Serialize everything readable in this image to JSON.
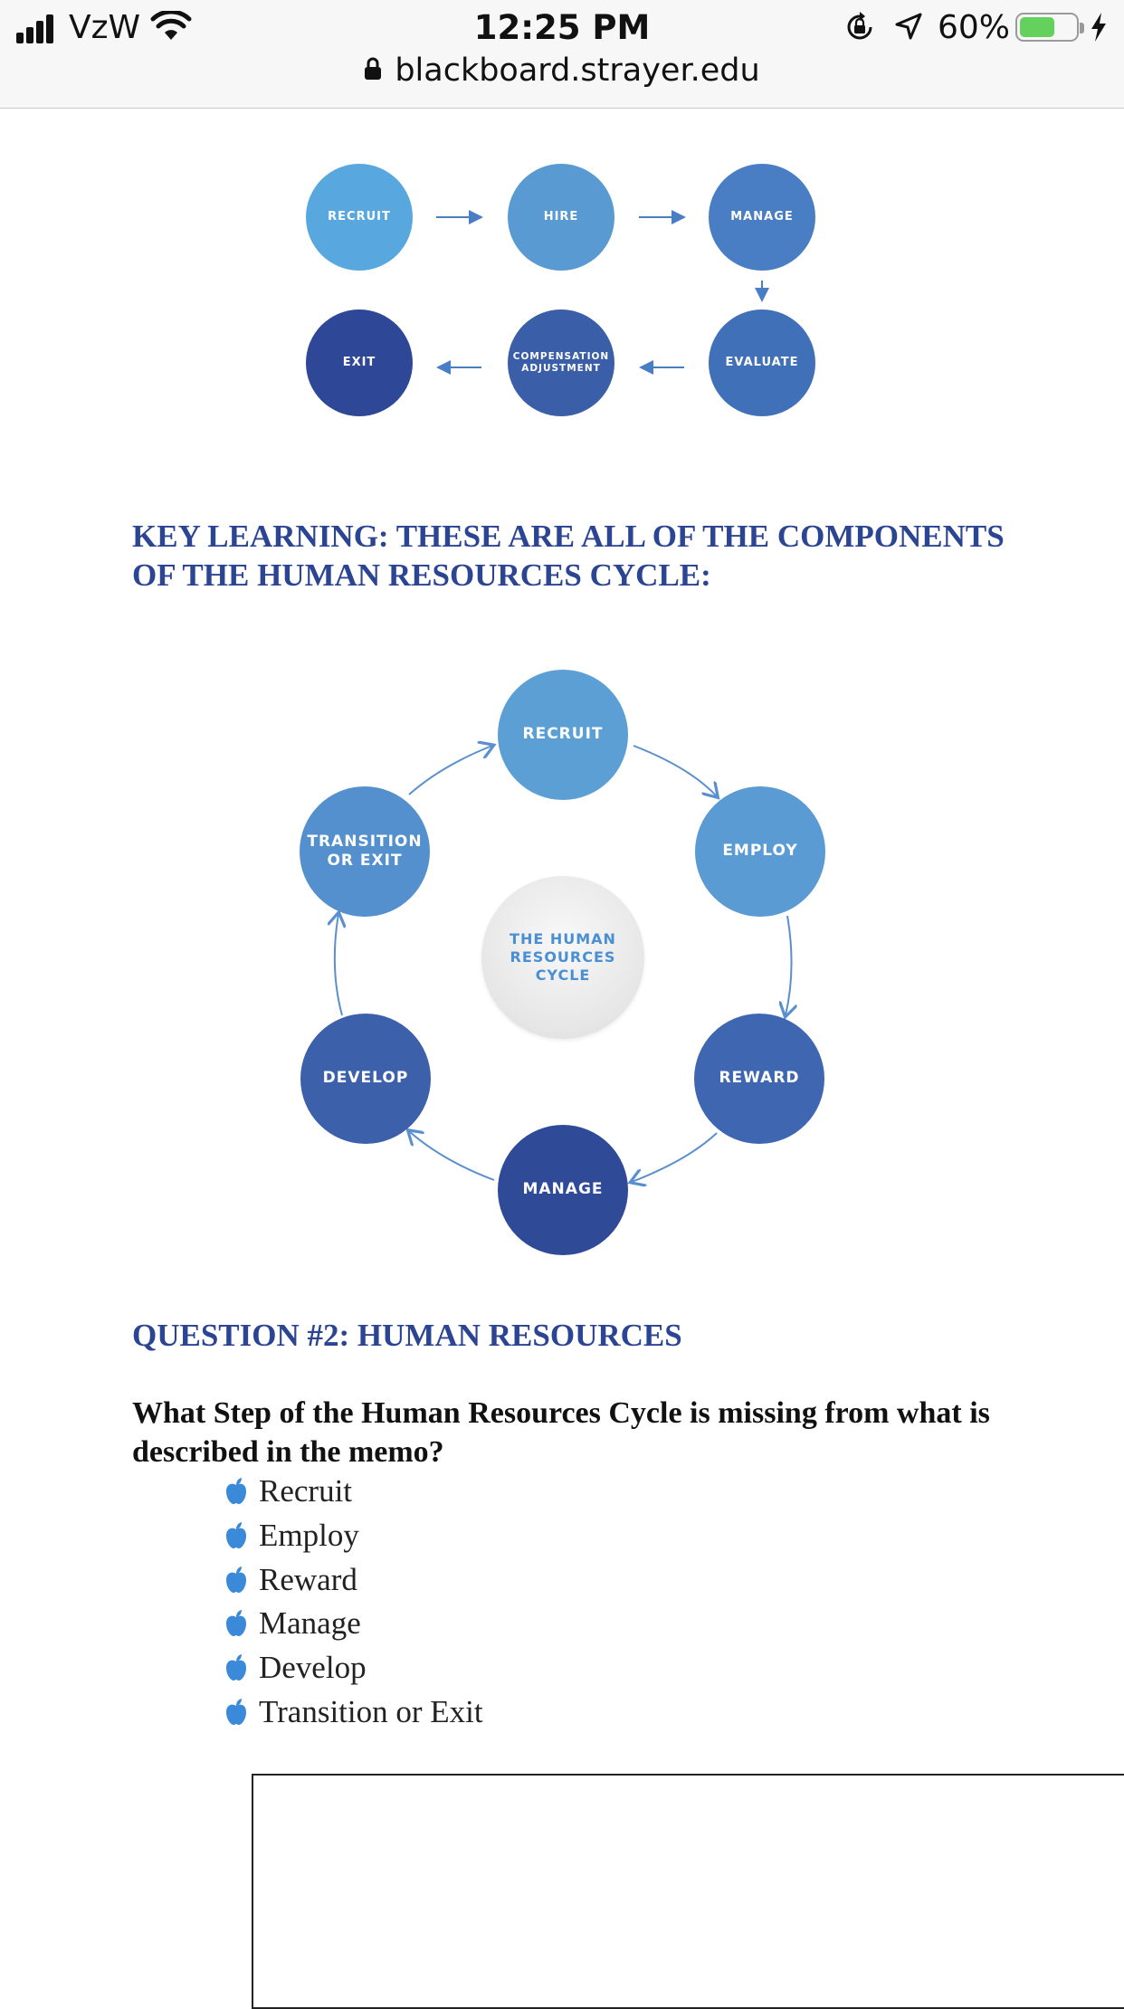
{
  "status_bar": {
    "carrier": "VzW",
    "time": "12:25 PM",
    "battery_percent": "60%",
    "battery_level": 0.6,
    "url": "blackboard.strayer.edu"
  },
  "diagram_linear": {
    "nodes": [
      {
        "id": "recruit",
        "label": "RECRUIT",
        "color": "#58a8df"
      },
      {
        "id": "hire",
        "label": "HIRE",
        "color": "#5a9ad2"
      },
      {
        "id": "manage",
        "label": "MANAGE",
        "color": "#4a7ec4"
      },
      {
        "id": "evaluate",
        "label": "EVALUATE",
        "color": "#4070b8"
      },
      {
        "id": "compensation",
        "label": "COMPENSATION ADJUSTMENT",
        "color": "#3a5fa8"
      },
      {
        "id": "exit",
        "label": "EXIT",
        "color": "#2f4797"
      }
    ]
  },
  "key_learning_heading": "KEY LEARNING: THESE ARE ALL OF THE COMPONENTS OF THE HUMAN RESOURCES CYCLE:",
  "diagram_cycle": {
    "center_label": "THE HUMAN RESOURCES CYCLE",
    "nodes": [
      {
        "id": "recruit",
        "label": "RECRUIT",
        "color": "#5b9fd5"
      },
      {
        "id": "employ",
        "label": "EMPLOY",
        "color": "#5a9bd4"
      },
      {
        "id": "reward",
        "label": "REWARD",
        "color": "#3f67b1"
      },
      {
        "id": "manage",
        "label": "MANAGE",
        "color": "#2f4a97"
      },
      {
        "id": "develop",
        "label": "DEVELOP",
        "color": "#3d60ab"
      },
      {
        "id": "transition",
        "label": "TRANSITION OR EXIT",
        "color": "#5490cd"
      }
    ]
  },
  "question_heading": "QUESTION #2: HUMAN RESOURCES",
  "question_text": "What Step of the Human Resources Cycle is missing from what is described in the memo?",
  "options": [
    "Recruit",
    "Employ",
    "Reward",
    "Manage",
    "Develop",
    "Transition or Exit"
  ],
  "colors": {
    "heading": "#2c4593",
    "bullet": "#3b8ad9",
    "arrow": "#5a8fcf"
  }
}
